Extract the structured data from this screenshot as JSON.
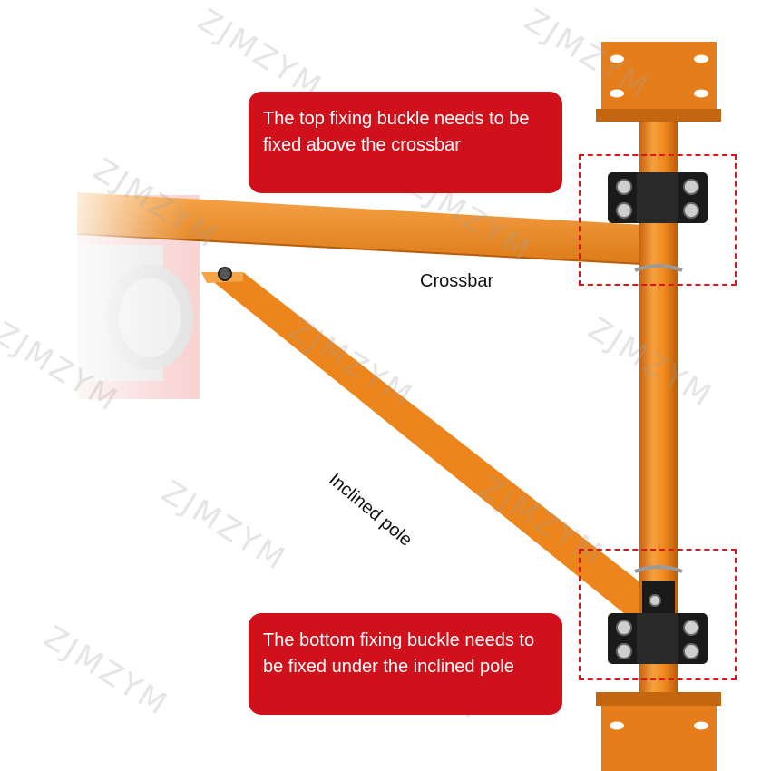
{
  "watermark": "ZJMZYM",
  "callouts": {
    "top": "The top fixing buckle needs to be fixed above the crossbar",
    "bottom": "The bottom fixing buckle needs to be fixed under the inclined pole"
  },
  "labels": {
    "crossbar": "Crossbar",
    "inclined_pole": "Inclined pole"
  },
  "colors": {
    "frame_orange": "#f08a1e",
    "frame_dark": "#c86812",
    "callout_red": "#d0101a",
    "buckle_black": "#1a1a1a"
  }
}
